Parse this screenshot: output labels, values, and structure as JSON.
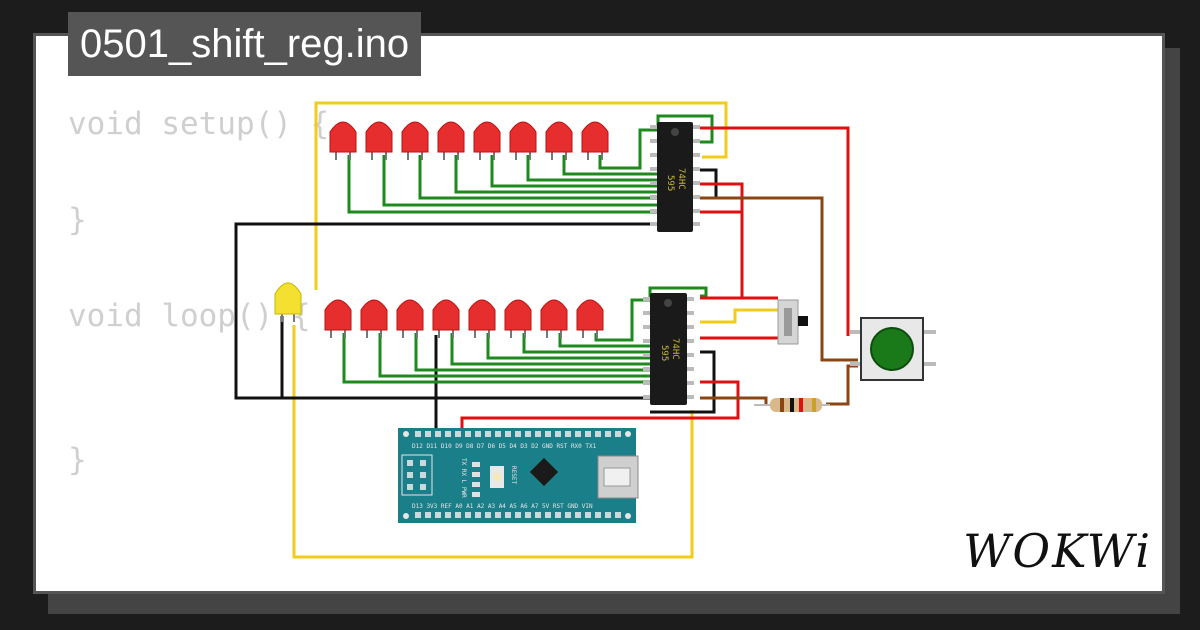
{
  "sketch": {
    "filename": "0501_shift_reg.ino"
  },
  "code": {
    "lines": [
      "void setup() {",
      "}",
      "void loop() {",
      "}"
    ]
  },
  "brand": {
    "logo": "WOKWi"
  },
  "chips": {
    "label_top": "74HC",
    "label_bottom": "595"
  },
  "arduino": {
    "top_pins": "D12 D11 D10 D9 D8 D7 D6 D5 D4 D3 D2 GND RST RX0 TX1",
    "bottom_pins": "D13 3V3 REF A0 A1 A2 A3 A4 A5 A6 A7 5V RST GND VIN",
    "leds": "TX RX L PWR",
    "reset_label": "RESET"
  },
  "colors": {
    "led_red": "#e62e2e",
    "led_yellow": "#f4e030",
    "wire_green": "#1e8a1e",
    "wire_red": "#e01010",
    "wire_yellow": "#f2cc1a",
    "wire_black": "#111111",
    "wire_brown": "#8b4513",
    "board": "#1b7f8a"
  }
}
